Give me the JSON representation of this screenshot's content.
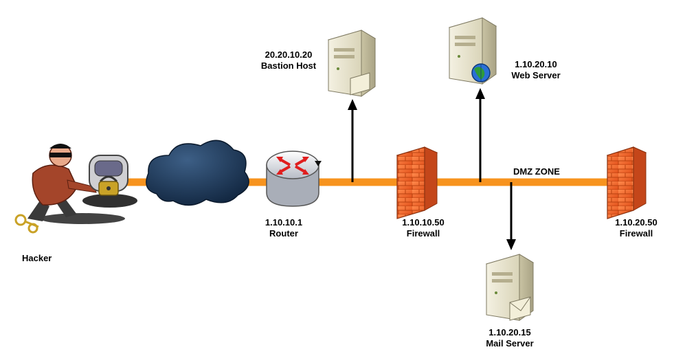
{
  "nodes": {
    "hacker": {
      "label": "Hacker"
    },
    "router": {
      "ip": "1.10.10.1",
      "label": "Router"
    },
    "bastion": {
      "ip": "20.20.10.20",
      "label": "Bastion Host"
    },
    "firewall1": {
      "ip": "1.10.10.50",
      "label": "Firewall"
    },
    "web": {
      "ip": "1.10.20.10",
      "label": "Web Server"
    },
    "mail": {
      "ip": "1.10.20.15",
      "label": "Mail Server"
    },
    "firewall2": {
      "ip": "1.10.20.50",
      "label": "Firewall"
    }
  },
  "zone_label": "DMZ ZONE",
  "colors": {
    "network_line": "#f7931e",
    "firewall_brick": "#f26522",
    "cloud": "#1f3a5f",
    "server_body": "#e8e4cf"
  }
}
